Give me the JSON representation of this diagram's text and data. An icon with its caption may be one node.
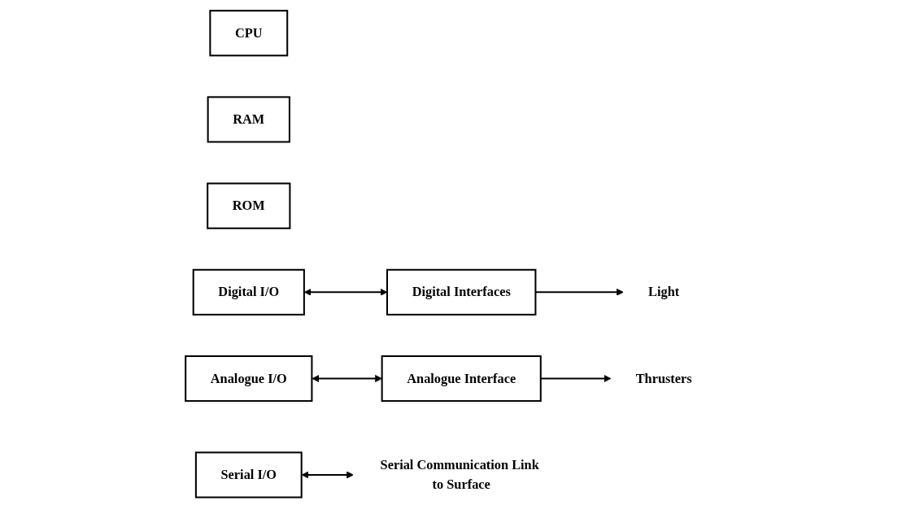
{
  "diagram": {
    "nodes": [
      {
        "text": [
          "CPU"
        ]
      },
      {
        "text": [
          "RAM"
        ]
      },
      {
        "text": [
          "ROM"
        ]
      },
      {
        "text": [
          "Serial I/O"
        ]
      },
      {
        "text": [
          "Digital I/O"
        ]
      },
      {
        "text": [
          "Analogue I/O"
        ]
      },
      {
        "text": [
          "Digital Interfaces"
        ]
      },
      {
        "text": [
          "Analogue Interface"
        ]
      },
      {
        "text": [
          "Serial Communication Link to Surface"
        ]
      },
      {
        "text": [
          "Light"
        ]
      },
      {
        "text": [
          "Thrusters"
        ]
      }
    ],
    "edges": [
      {
        "from": 3,
        "to": 8,
        "arrow": "both"
      },
      {
        "from": 4,
        "to": 6,
        "arrow": "both"
      },
      {
        "from": 5,
        "to": 7,
        "arrow": "both"
      },
      {
        "from": 6,
        "to": 9,
        "arrow": "to"
      },
      {
        "from": 7,
        "to": 10,
        "arrow": "to"
      }
    ]
  }
}
